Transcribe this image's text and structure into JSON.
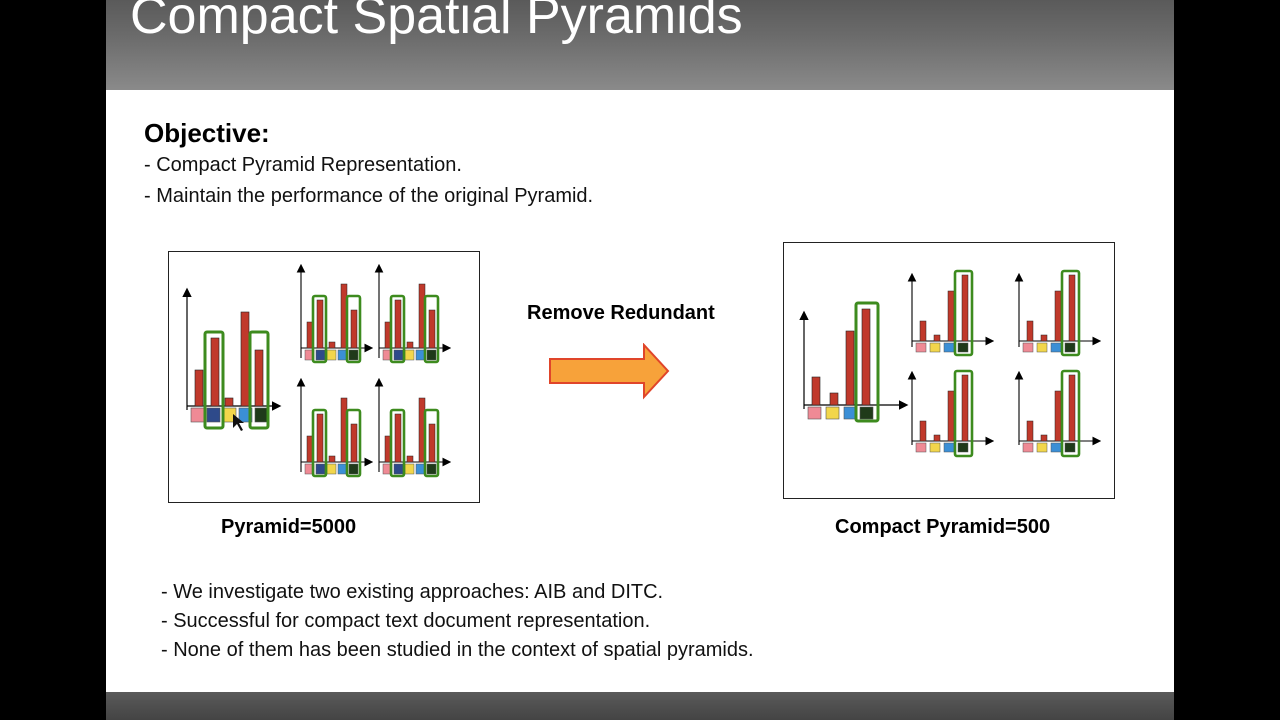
{
  "slide": {
    "title": "Compact Spatial Pyramids",
    "objective_heading": "Objective:",
    "objectives": [
      "- Compact Pyramid Representation.",
      "- Maintain the performance of the original Pyramid."
    ],
    "arrow_label": "Remove Redundant",
    "left_caption": "Pyramid=5000",
    "right_caption": "Compact Pyramid=500",
    "notes": [
      "- We investigate two existing approaches: AIB and DITC.",
      "- Successful for compact text document representation.",
      "- None of them has been studied in the context of spatial pyramids."
    ]
  },
  "colors": {
    "bar": "#c0392b",
    "highlight": "#3d8b1e",
    "arrow_fill": "#f7a23a",
    "arrow_stroke": "#e0452a",
    "square_pink": "#ef8a95",
    "square_yellow": "#f2d64b",
    "square_blue": "#3b8fd6",
    "square_dark": "#1f3a1a"
  },
  "icons": {
    "arrow": "right-arrow-icon"
  }
}
